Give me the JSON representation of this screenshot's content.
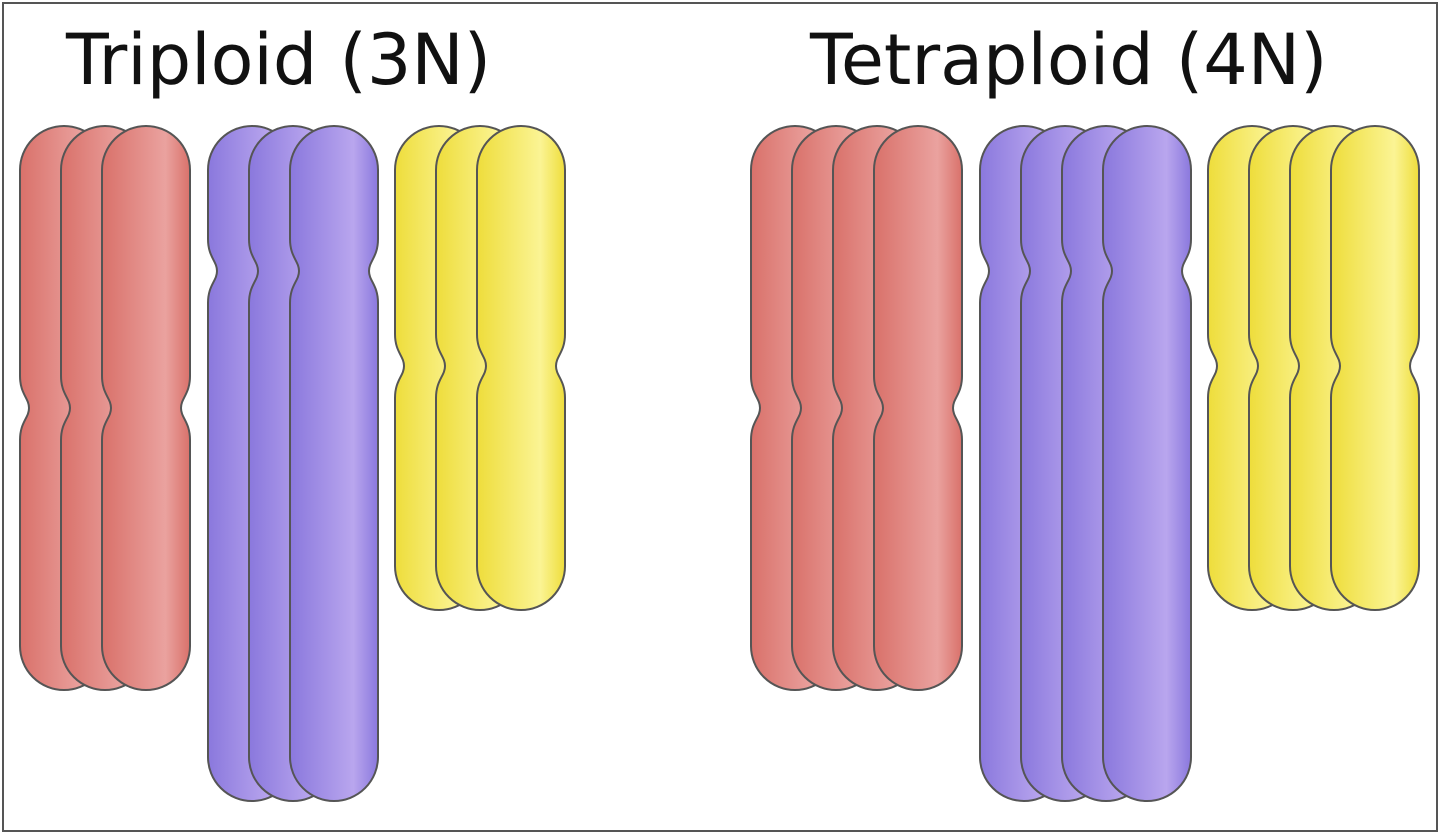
{
  "panels": [
    {
      "title": "Triploid (3N)",
      "groups": [
        {
          "color": "red",
          "copies": 3
        },
        {
          "color": "purple",
          "copies": 3
        },
        {
          "color": "yellow",
          "copies": 3
        }
      ]
    },
    {
      "title": "Tetraploid (4N)",
      "groups": [
        {
          "color": "red",
          "copies": 4
        },
        {
          "color": "purple",
          "copies": 4
        },
        {
          "color": "yellow",
          "copies": 4
        }
      ]
    }
  ],
  "colors": {
    "red": {
      "edge": "#d9716a",
      "light": "#eaa29f"
    },
    "purple": {
      "edge": "#8a78dd",
      "light": "#b9a6ee"
    },
    "yellow": {
      "edge": "#eedd3b",
      "light": "#fbf494"
    },
    "outline": "#555555",
    "border": "#555555"
  }
}
